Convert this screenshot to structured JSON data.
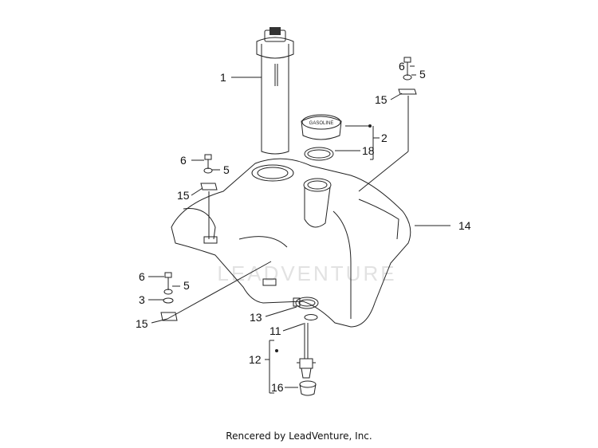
{
  "diagram": {
    "callouts": {
      "c1": "1",
      "c2": "2",
      "c3": "3",
      "c5a": "5",
      "c5b": "5",
      "c5c": "5",
      "c6a": "6",
      "c6b": "6",
      "c6c": "6",
      "c11": "11",
      "c12": "12",
      "c13": "13",
      "c14": "14",
      "c15a": "15",
      "c15b": "15",
      "c15c": "15",
      "c16": "16",
      "c18": "18"
    },
    "cap_text": "GASOLINE"
  },
  "watermark": "LEADVENTURE",
  "footer": "Rencered by LeadVenture, Inc."
}
